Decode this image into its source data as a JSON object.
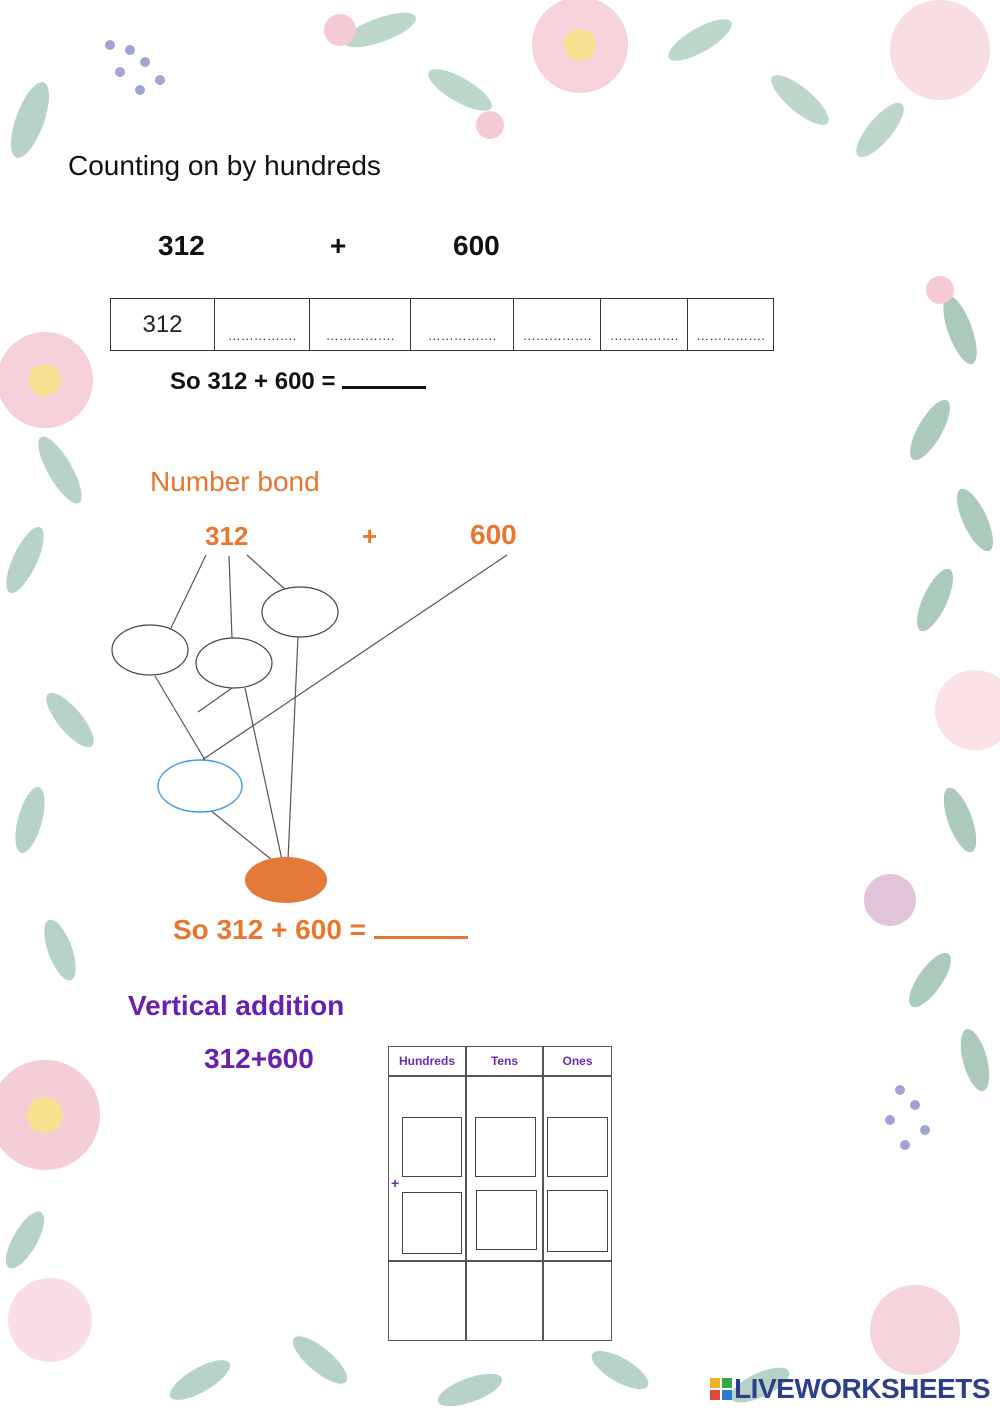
{
  "section1": {
    "title": "Counting on by hundreds",
    "expr_a": "312",
    "expr_op": "+",
    "expr_b": "600",
    "sequence": [
      "312",
      "…………….",
      "…………….",
      "…………….",
      "…………….",
      "…………….",
      "……………."
    ],
    "result_prefix": "So 312 + 600 ="
  },
  "section2": {
    "title": "Number bond",
    "expr_a": "312",
    "expr_op": "+",
    "expr_b": "600",
    "result_prefix": "So 312 + 600 ="
  },
  "section3": {
    "title": "Vertical addition",
    "expr": "312+600",
    "headers": [
      "Hundreds",
      "Tens",
      "Ones"
    ],
    "plus_sign": "+"
  },
  "logo": {
    "text": "LIVEWORKSHEETS"
  },
  "colors": {
    "orange": "#e8762f",
    "purple": "#6a1fb0",
    "blue_oval": "#4a9ad8",
    "filled_oval": "#e47a3a"
  },
  "icons": [
    "flower-border-decoration",
    "liveworksheets-logo-icon"
  ]
}
